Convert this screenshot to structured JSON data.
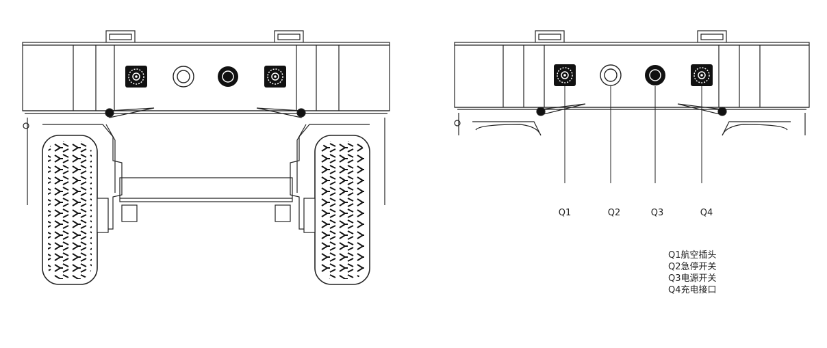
{
  "callouts": [
    {
      "label": "Q1"
    },
    {
      "label": "Q2"
    },
    {
      "label": "Q3"
    },
    {
      "label": "Q4"
    }
  ],
  "legend": [
    "Q1航空插头",
    "Q2急停开关",
    "Q3电源开关",
    "Q4充电接口"
  ]
}
